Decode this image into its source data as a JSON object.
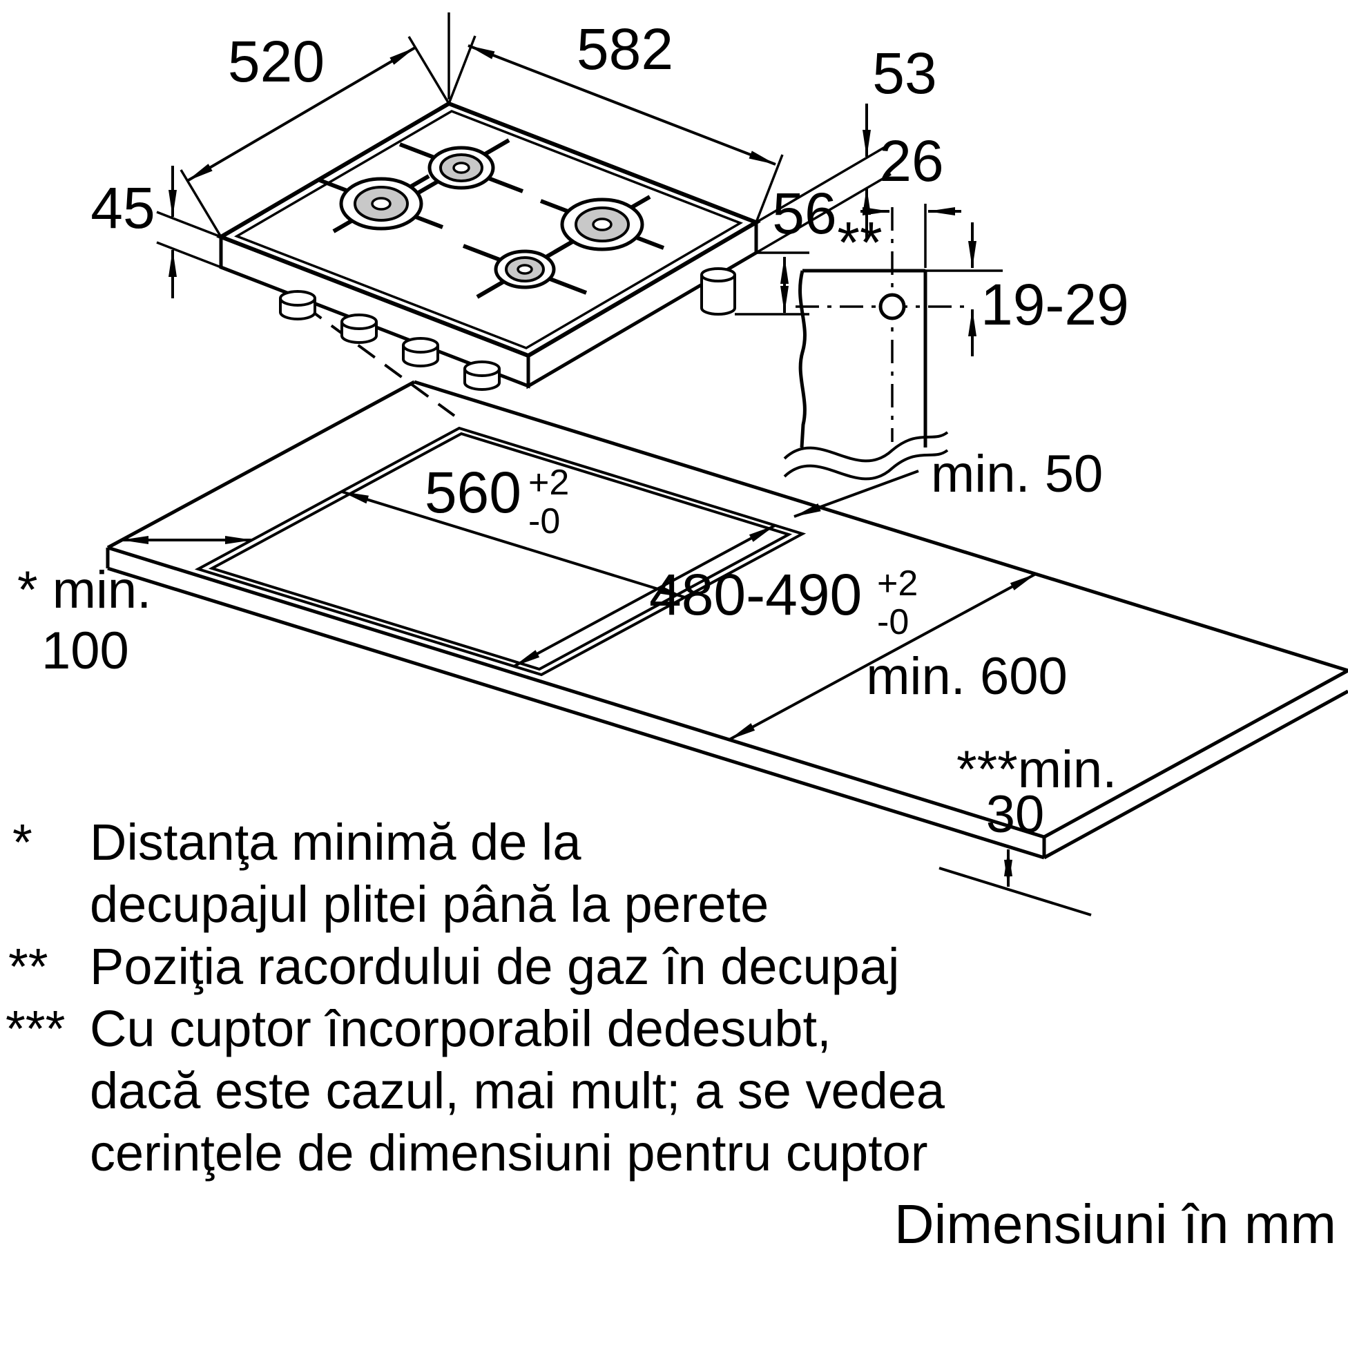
{
  "diagram": {
    "hob": {
      "width_label": "582",
      "depth_label": "520",
      "height_right_label": "53",
      "height_left_label": "45",
      "height_lower_label": "56"
    },
    "gas_detail": {
      "offset_label": "26",
      "marker": "**",
      "depth_range_label": "19-29"
    },
    "cutout": {
      "width_value": "560",
      "width_tol_plus": "+2",
      "width_tol_minus": "-0",
      "depth_value": "480-490",
      "depth_tol_plus": "+2",
      "depth_tol_minus": "-0"
    },
    "clearances": {
      "rear": "min. 50",
      "side_marker": "* min.",
      "side_value": "100",
      "worktop_depth": "min. 600",
      "bottom_marker": "***min.",
      "bottom_value": "30"
    },
    "footnotes": {
      "f1_marker": "*",
      "f1_line1": "Distanţa minimă de la",
      "f1_line2": "decupajul plitei până la perete",
      "f2_marker": "**",
      "f2_line1": "Poziţia racordului de gaz în decupaj",
      "f3_marker": "***",
      "f3_line1": "Cu cuptor încorporabil dedesubt,",
      "f3_line2": "dacă este cazul, mai mult; a se vedea",
      "f3_line3": "cerinţele de dimensiuni pentru cuptor"
    },
    "caption": "Dimensiuni în mm"
  }
}
